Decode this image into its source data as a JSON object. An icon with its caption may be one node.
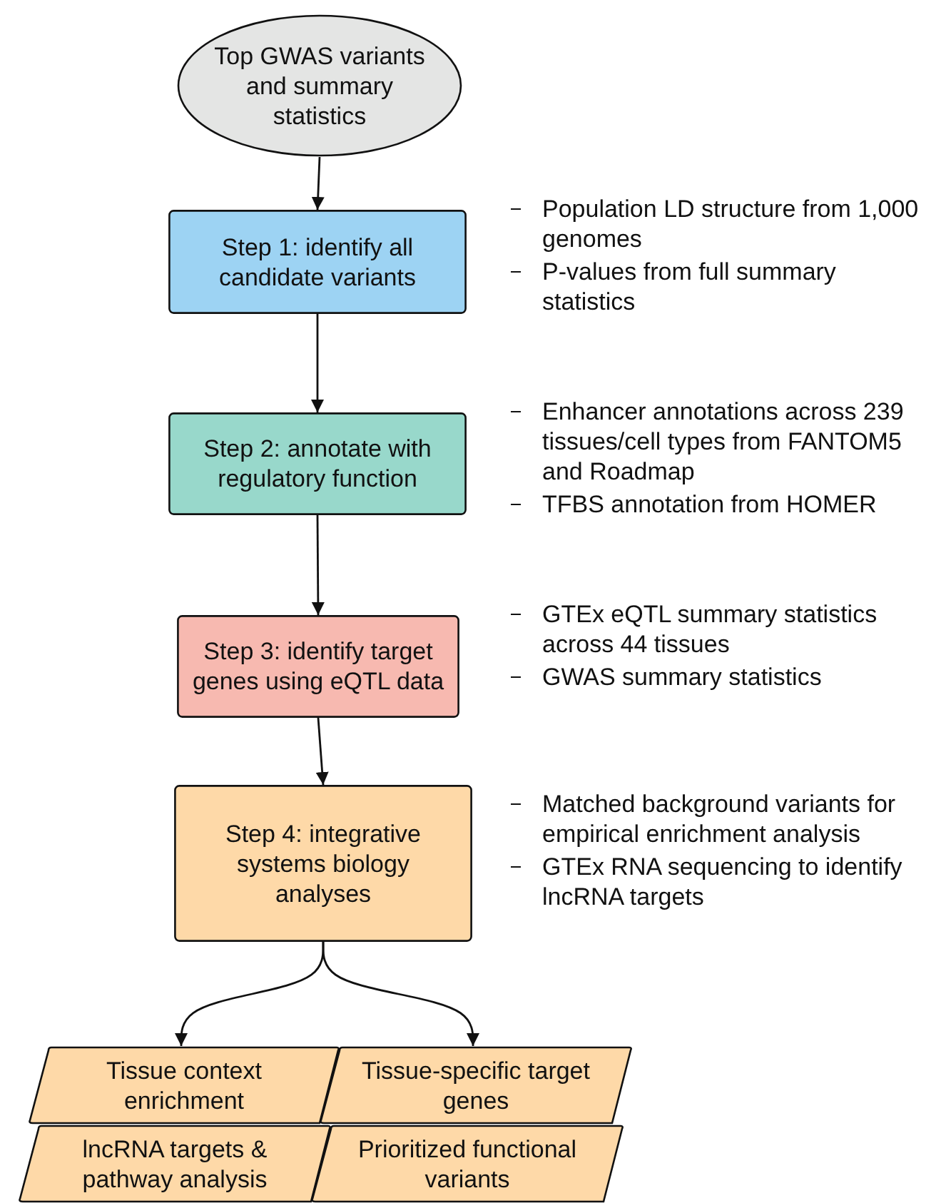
{
  "diagram": {
    "nodes": [
      {
        "text": [
          "Top GWAS variants and summary statistics"
        ]
      },
      {
        "text": [
          "Step 1: identify all candidate variants"
        ],
        "beside": [
          "Population LD structure from 1,000 genomes",
          "P-values from full summary statistics"
        ]
      },
      {
        "text": [
          "Step 2: annotate with regulatory function"
        ],
        "beside": [
          "Enhancer annotations across 239 tissues/cell types from FANTOM5 and Roadmap",
          "TFBS annotation from HOMER"
        ]
      },
      {
        "text": [
          "Step 3: identify target genes using eQTL data"
        ],
        "beside": [
          "GTEx eQTL summary statistics across 44 tissues",
          "GWAS summary statistics"
        ]
      },
      {
        "text": [
          "Step 4: integrative systems biology analyses"
        ],
        "beside": [
          "Matched background variants for empirical enrichment analysis",
          "GTEx RNA sequencing to identify lncRNA targets"
        ]
      },
      {
        "text": [
          "Tissue context enrichment"
        ]
      },
      {
        "text": [
          "Tissue-specific target genes"
        ]
      },
      {
        "text": [
          "lncRNA targets & pathway analysis"
        ]
      },
      {
        "text": [
          "Prioritized functional variants"
        ]
      }
    ],
    "edges": [
      {
        "from": 0,
        "to": 1,
        "arrow": "to"
      },
      {
        "from": 1,
        "to": 2,
        "arrow": "to"
      },
      {
        "from": 2,
        "to": 3,
        "arrow": "to"
      },
      {
        "from": 3,
        "to": 4,
        "arrow": "to"
      },
      {
        "from": 4,
        "to": 5,
        "arrow": "to"
      },
      {
        "from": 4,
        "to": 6,
        "arrow": "to"
      }
    ]
  }
}
